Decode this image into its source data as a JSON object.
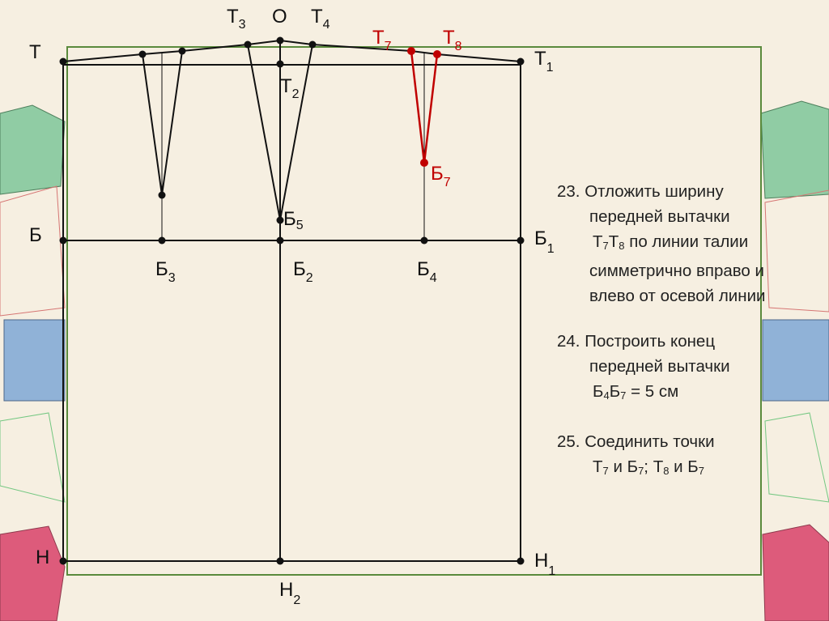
{
  "diagram": {
    "labels": {
      "T": "Т",
      "T1": "Т",
      "T1_sub": "1",
      "T2": "Т",
      "T2_sub": "2",
      "T3": "Т",
      "T3_sub": "3",
      "O": "О",
      "T4": "Т",
      "T4_sub": "4",
      "T7": "Т",
      "T7_sub": "7",
      "T8": "Т",
      "T8_sub": "8",
      "B": "Б",
      "B1": "Б",
      "B1_sub": "1",
      "B2": "Б",
      "B2_sub": "2",
      "B3": "Б",
      "B3_sub": "3",
      "B4": "Б",
      "B4_sub": "4",
      "B5": "Б",
      "B5_sub": "5",
      "B7": "Б",
      "B7_sub": "7",
      "H": "Н",
      "H1": "Н",
      "H1_sub": "1",
      "H2": "Н",
      "H2_sub": "2"
    },
    "colors": {
      "line": "#111111",
      "highlight": "#c00000",
      "frame": "#5a8a3c",
      "background": "#f6efe1"
    }
  },
  "steps": [
    {
      "num": "23.",
      "l1": "Отложить ширину",
      "l2": "передней вытачки",
      "l3a": "Т",
      "l3b": "7",
      "l3c": "Т",
      "l3d": "8",
      "l3e": " по линии талии",
      "l4": "симметрично вправо и",
      "l5": "влево от осевой линии"
    },
    {
      "num": "24.",
      "l1": "Построить конец",
      "l2": "передней вытачки",
      "l3a": "Б",
      "l3b": "4",
      "l3c": "Б",
      "l3d": "7",
      "l3e": " = 5 см"
    },
    {
      "num": "25.",
      "l1": "Соединить точки",
      "l3a": "Т",
      "l3b": "7",
      "l3c": " и Б",
      "l3d": "7",
      "l3e": "; Т",
      "l3f": "8",
      "l3g": " и Б",
      "l3h": "7"
    }
  ]
}
